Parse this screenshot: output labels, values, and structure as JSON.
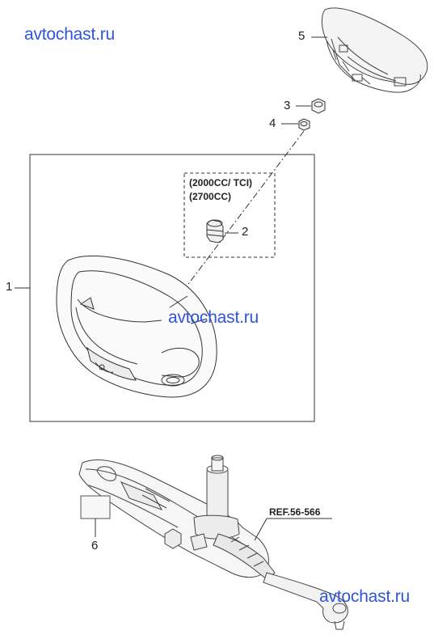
{
  "watermarks": {
    "top": "avtochast.ru",
    "middle": "avtochast.ru",
    "bottom": "avtochast.ru"
  },
  "callouts": {
    "steering_wheel": "1",
    "part_2": "2",
    "part_3": "3",
    "part_4": "4",
    "airbag_module": "5",
    "label_part": "6"
  },
  "variant_note": {
    "line1": "(2000CC/ TCI)",
    "line2": "(2700CC)"
  },
  "reference": "REF.56-566",
  "colors": {
    "watermark": "#2f55d9",
    "line": "#333333"
  }
}
